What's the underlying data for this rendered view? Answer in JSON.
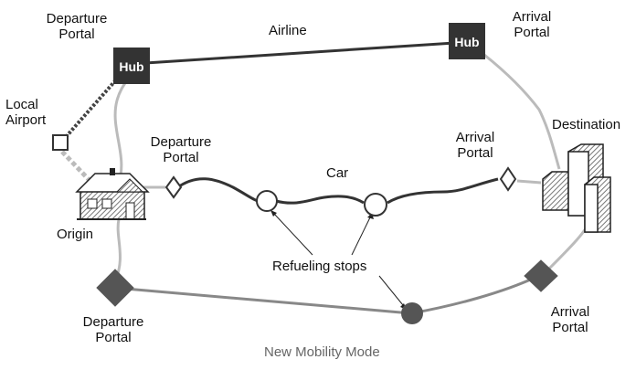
{
  "labels": {
    "departure_portal_top": "Departure\nPortal",
    "arrival_portal_top": "Arrival\nPortal",
    "airline": "Airline",
    "hub_left": "Hub",
    "hub_right": "Hub",
    "local_airport": "Local\nAirport",
    "departure_portal_car": "Departure\nPortal",
    "car": "Car",
    "arrival_portal_car": "Arrival\nPortal",
    "destination": "Destination",
    "origin": "Origin",
    "refueling_stops": "Refueling stops",
    "departure_portal_bottom": "Departure\nPortal",
    "arrival_portal_bottom": "Arrival\nPortal",
    "new_mobility_mode": "New Mobility Mode"
  },
  "colors": {
    "dark": "#333333",
    "light_route": "#bbbbbb",
    "hatch": "#888888",
    "node_dark": "#555555"
  }
}
